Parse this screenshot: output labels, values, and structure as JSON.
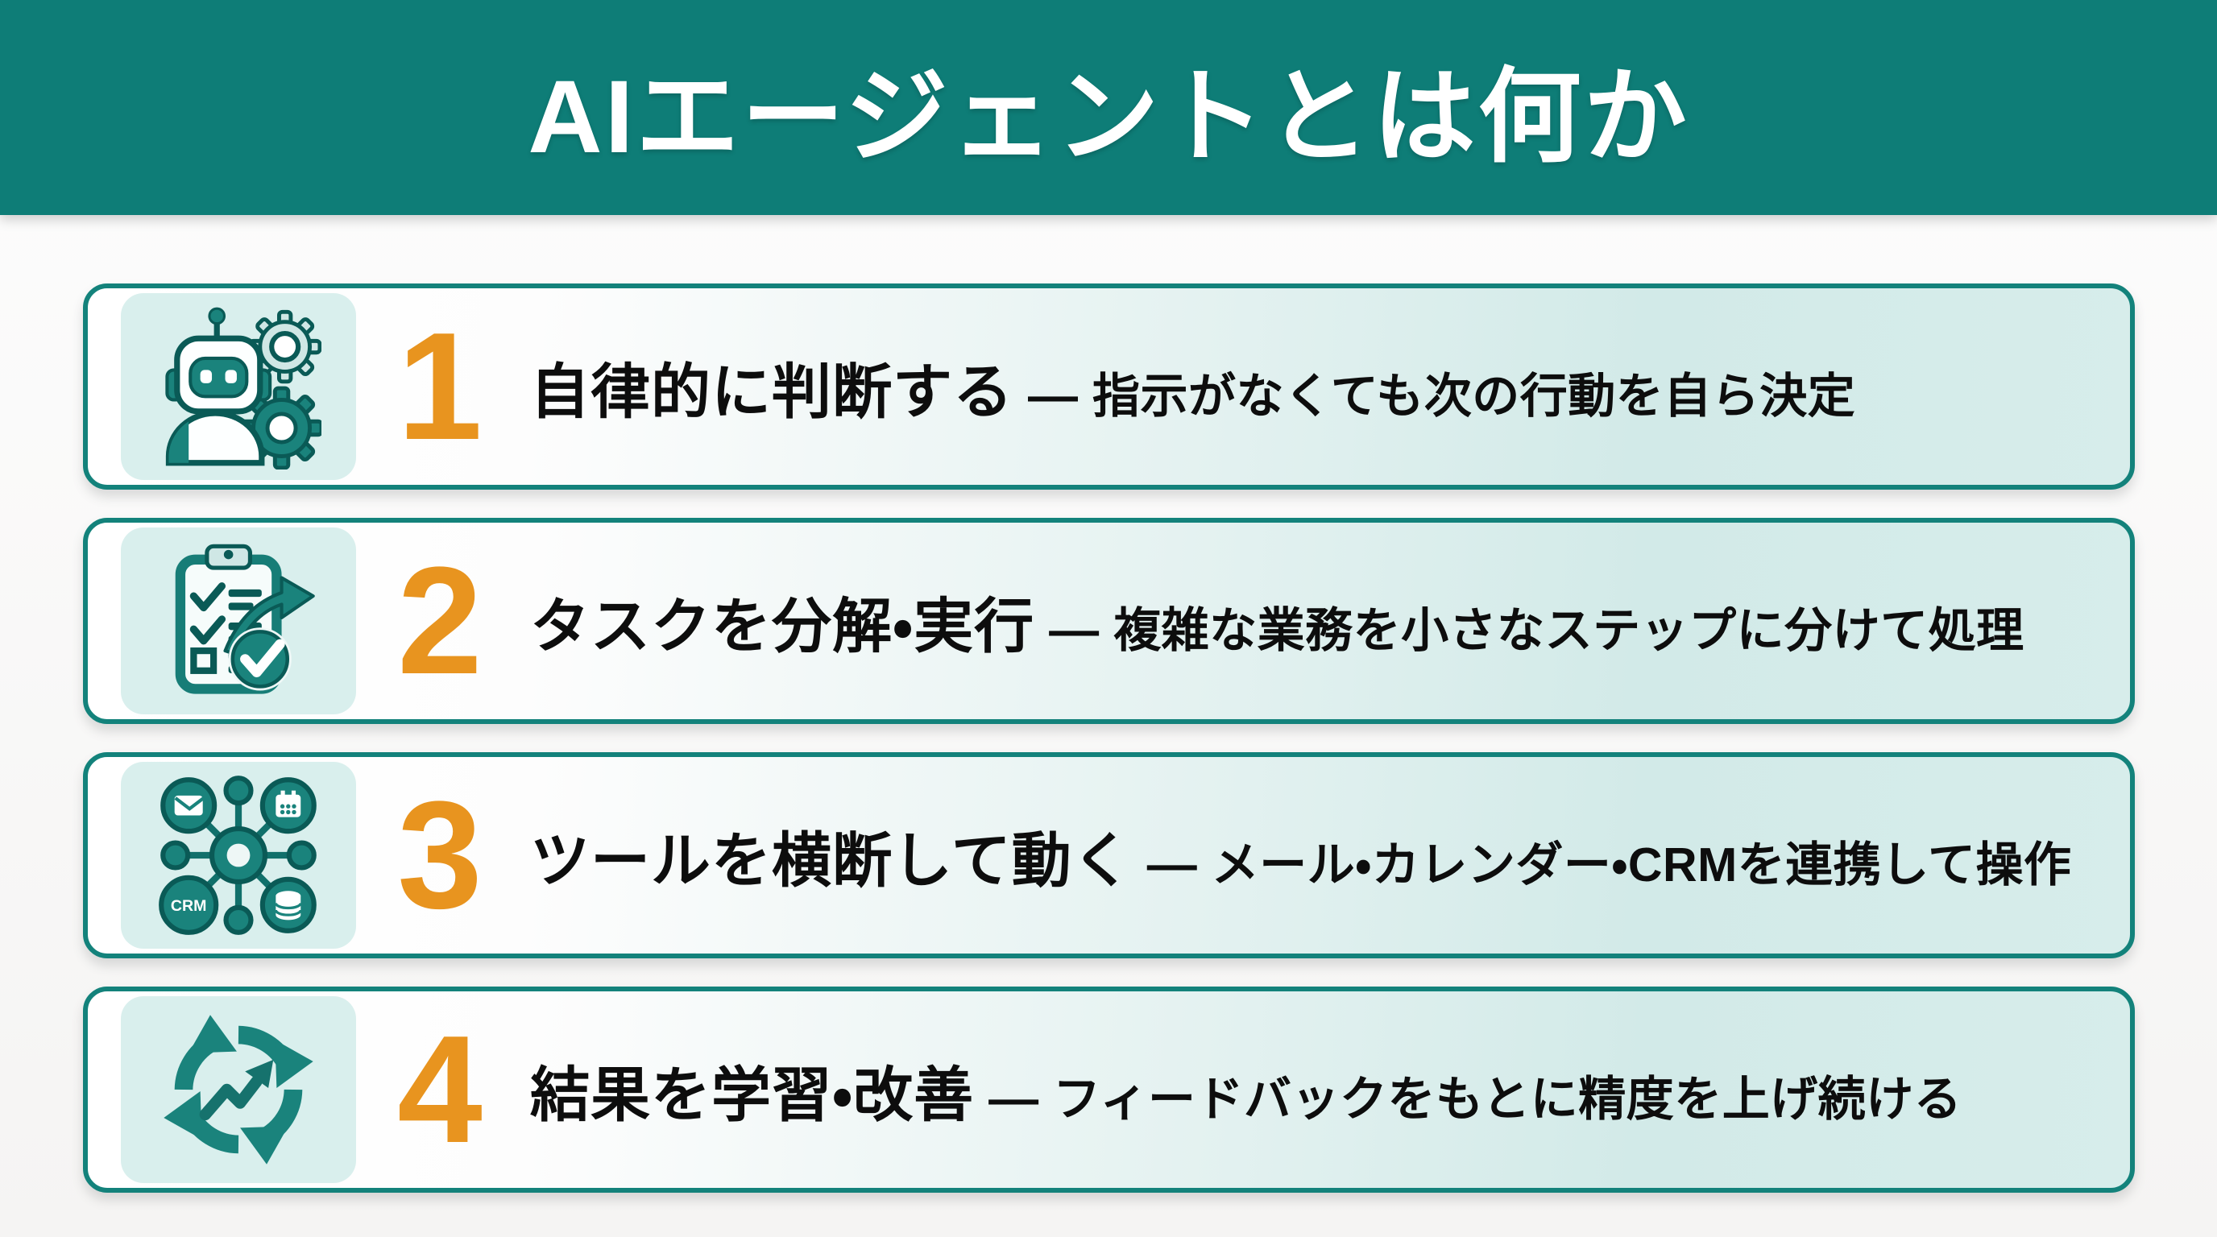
{
  "header": {
    "title": "AIエージェントとは何か"
  },
  "theme": {
    "teal_header": "#0e7d77",
    "teal_border": "#13827b",
    "teal_icon": "#1a837c",
    "teal_icon_dark": "#0a5a56",
    "icon_box_bg": "#d9efed",
    "card_tint": "#d2eae8",
    "number_orange": "#e8941f",
    "text_color": "#0d0d0d",
    "page_bg": "#f5f4f3"
  },
  "rows": [
    {
      "number": "1",
      "icon": "robot-gears-icon",
      "title": "自律的に判断する",
      "separator": "—",
      "description": "指示がなくても次の行動を自ら決定"
    },
    {
      "number": "2",
      "icon": "clipboard-checklist-icon",
      "title": "タスクを分解・実行",
      "separator": "—",
      "description": "複雑な業務を小さなステップに分けて処理"
    },
    {
      "number": "3",
      "icon": "tool-network-icon",
      "title": "ツールを横断して動く",
      "separator": "—",
      "description": "メール・カレンダー・CRMを連携して操作",
      "icon_label": "CRM"
    },
    {
      "number": "4",
      "icon": "learning-cycle-icon",
      "title": "結果を学習・改善",
      "separator": "—",
      "description": "フィードバックをもとに精度を上げ続ける"
    }
  ]
}
